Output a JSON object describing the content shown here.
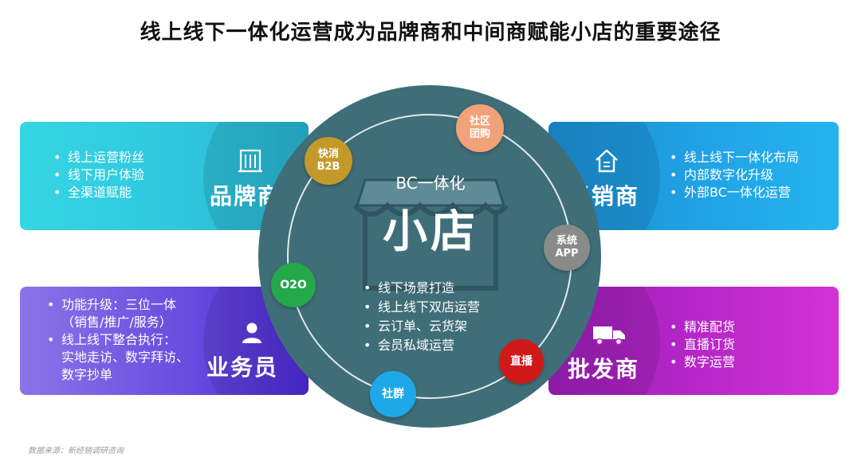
{
  "title": "线上线下一体化运营成为品牌商和中间商赋能小店的重要途径",
  "center": {
    "subtitle": "BC一体化",
    "main": "小店",
    "bullets": [
      "线下场景打造",
      "线上线下双店运营",
      "云订单、云货架",
      "会员私域运营"
    ]
  },
  "badges": {
    "kuaixiao": {
      "line1": "快消",
      "line2": "B2B",
      "color": "#c39a2a"
    },
    "shequ": {
      "line1": "社区",
      "line2": "团购",
      "color": "#f2a27a"
    },
    "xitong": {
      "line1": "系统",
      "line2": "APP",
      "color": "#8a8a8a"
    },
    "o2o": {
      "line1": "O2O",
      "color": "#23a84a"
    },
    "zhibo": {
      "line1": "直播",
      "color": "#d01a1a"
    },
    "shequn": {
      "line1": "社群",
      "color": "#1fa8e8"
    }
  },
  "cards": {
    "brand": {
      "role": "品牌商",
      "icon": "building-icon",
      "bullets": [
        "线上运营粉丝",
        "线下用户体验",
        "全渠道赋能"
      ]
    },
    "dealer": {
      "role": "经销商",
      "icon": "house-icon",
      "bullets": [
        "线上线下一体化布局",
        "内部数字化升级",
        "外部BC一体化运营"
      ]
    },
    "sales": {
      "role": "业务员",
      "icon": "person-icon",
      "bullets": [
        "功能升级：三位一体",
        "（销售/推广/服务）",
        "线上线下整合执行：",
        "实地走访、数字拜访、",
        "数字抄单"
      ]
    },
    "wholesale": {
      "role": "批发商",
      "icon": "truck-icon",
      "bullets": [
        "精准配货",
        "直播订货",
        "数字运营"
      ]
    }
  },
  "source": "数据来源：新经销调研咨询",
  "colors": {
    "circle": "#3f6e78",
    "card_brand": "#35d6e3",
    "card_dealer": "#1f9fe2",
    "card_sales": "#6a4ee0",
    "card_wholesale": "#b325c6"
  }
}
